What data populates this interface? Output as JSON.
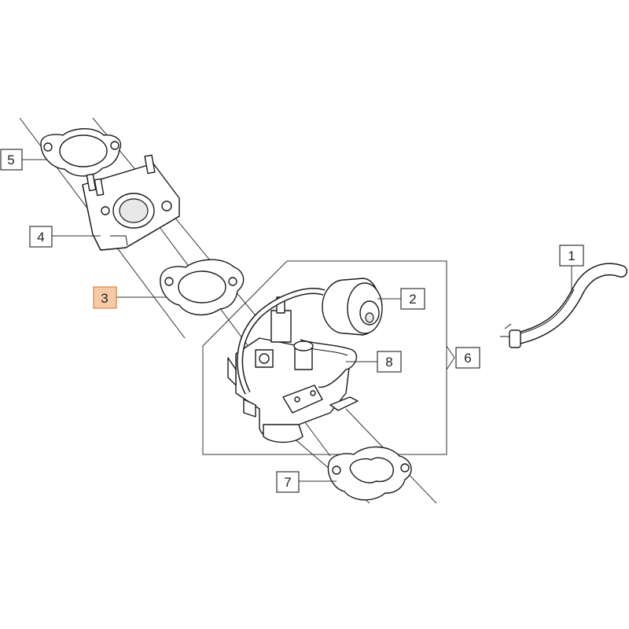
{
  "callouts": {
    "c1": "1",
    "c2": "2",
    "c3": "3",
    "c4": "4",
    "c5": "5",
    "c6": "6",
    "c7": "7",
    "c8": "8"
  },
  "colors": {
    "highlight_fill": "#f7c9a6",
    "highlight_stroke": "#d9823e",
    "line": "#1a1a1a"
  },
  "icons": [
    "gasket",
    "insulator-block",
    "carburetor",
    "air-filter-element",
    "fuel-hose",
    "hose-clamp"
  ]
}
